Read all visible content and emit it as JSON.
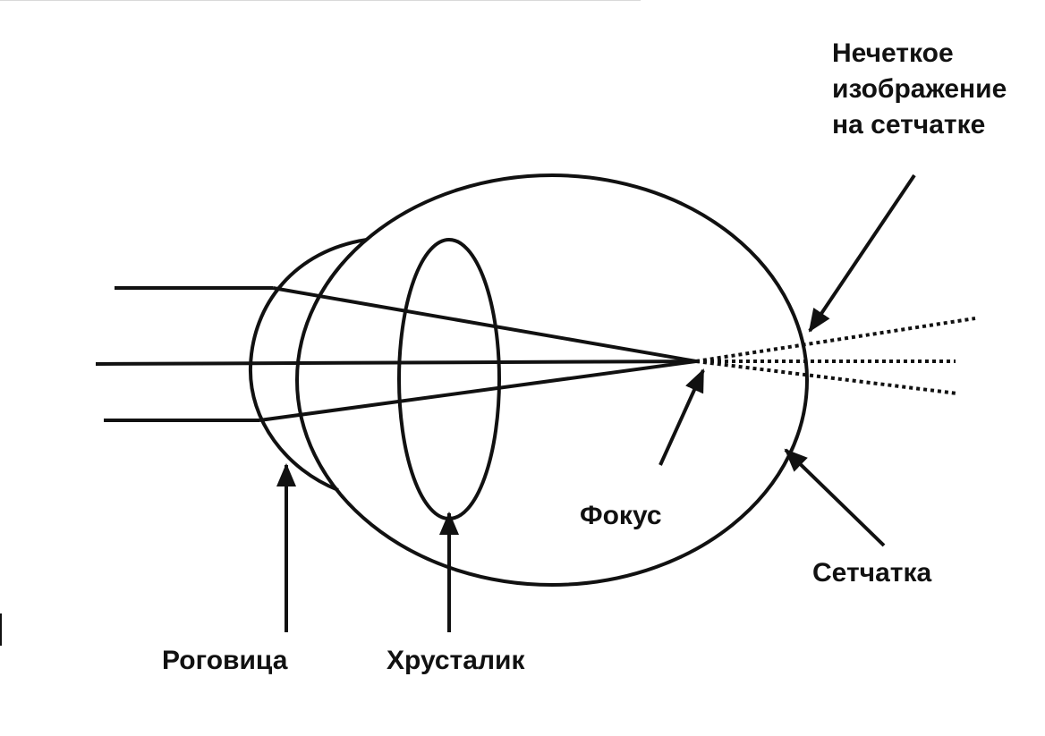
{
  "labels": {
    "blurred_image_lines": [
      "Нечеткое",
      "изображение",
      "на сетчатке"
    ],
    "focus": "Фокус",
    "retina": "Сетчатка",
    "cornea": "Роговица",
    "lens": "Хрусталик"
  },
  "colors": {
    "stroke": "#111111",
    "background": "#ffffff"
  }
}
